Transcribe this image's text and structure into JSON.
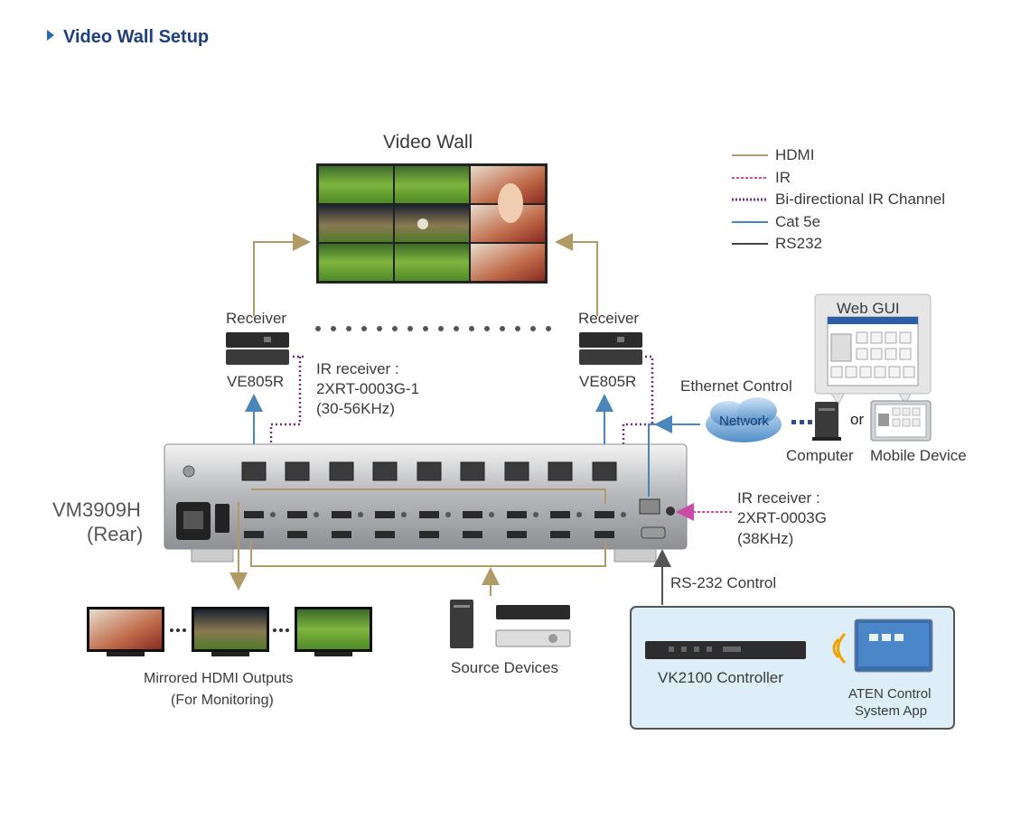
{
  "heading": "Video Wall Setup",
  "video_wall_title": "Video Wall",
  "legend": [
    {
      "label": "HDMI",
      "color": "#b09a66",
      "style": "solid"
    },
    {
      "label": "IR",
      "color": "#c94ca6",
      "style": "dashed"
    },
    {
      "label": "Bi-directional IR Channel",
      "color": "#7a2a8a",
      "style": "dotted"
    },
    {
      "label": "Cat 5e",
      "color": "#4a86b8",
      "style": "solid"
    },
    {
      "label": "RS232",
      "color": "#444444",
      "style": "solid"
    }
  ],
  "receiver_left": {
    "title": "Receiver",
    "model": "VE805R"
  },
  "receiver_right": {
    "title": "Receiver",
    "model": "VE805R"
  },
  "ir_receiver_1": {
    "line1": "IR receiver :",
    "line2": "2XRT-0003G-1",
    "line3": "(30-56KHz)"
  },
  "ir_receiver_2": {
    "line1": "IR receiver :",
    "line2": "2XRT-0003G",
    "line3": "(38KHz)"
  },
  "web_gui": "Web GUI",
  "ethernet_control": "Ethernet Control",
  "network": "Network",
  "or": "or",
  "computer": "Computer",
  "mobile_device": "Mobile Device",
  "device_name": "VM3909H",
  "device_sub": "(Rear)",
  "mirrored_line1": "Mirrored HDMI Outputs",
  "mirrored_line2": "(For Monitoring)",
  "source_devices": "Source Devices",
  "rs232_control": "RS-232 Control",
  "vk2100": "VK2100 Controller",
  "aten_app_line1": "ATEN Control",
  "aten_app_line2": "System App",
  "colors": {
    "hdmi": "#b09a66",
    "ir": "#c94ca6",
    "bidir": "#7a2a8a",
    "cat5e": "#4a86b8",
    "rs232": "#444444",
    "heading": "#1f3f7a"
  }
}
